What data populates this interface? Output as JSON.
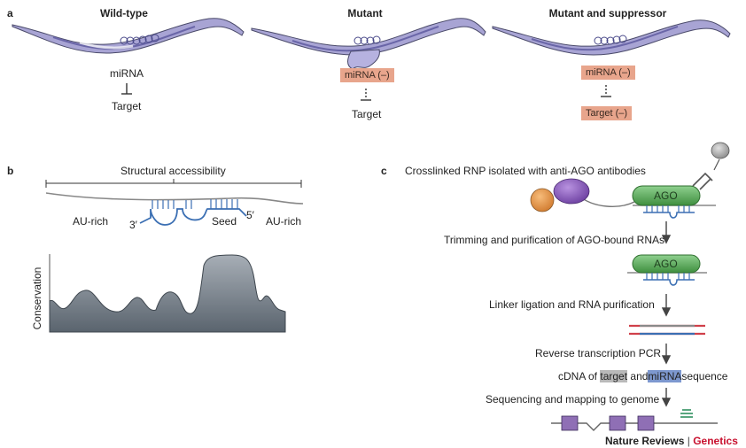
{
  "panels": {
    "a": {
      "letter": "a",
      "wild_type": {
        "title": "Wild-type",
        "mirna": "miRNA",
        "target": "Target"
      },
      "mutant": {
        "title": "Mutant",
        "mirna": "miRNA (–)",
        "target": "Target"
      },
      "suppressor": {
        "title": "Mutant and suppressor",
        "mirna": "miRNA (–)",
        "target": "Target (–)"
      }
    },
    "b": {
      "letter": "b",
      "structural_accessibility": "Structural accessibility",
      "au_rich_left": "AU-rich",
      "au_rich_right": "AU-rich",
      "three_prime": "3′",
      "five_prime": "5′",
      "seed": "Seed",
      "conservation": "Conservation"
    },
    "c": {
      "letter": "c",
      "step1": "Crosslinked RNP isolated with anti-AGO antibodies",
      "ago_label_1": "AGO",
      "step2": "Trimming and purification of AGO-bound RNAs",
      "ago_label_2": "AGO",
      "step3": "Linker ligation and RNA purification",
      "step4": "Reverse transcription PCR",
      "cdna_prefix": "cDNA of",
      "cdna_target": "target",
      "cdna_and": "and",
      "cdna_mirna": "miRNA",
      "cdna_suffix": "sequence",
      "step5": "Sequencing and mapping to genome"
    }
  },
  "brand": {
    "name": "Nature Reviews",
    "separator": "|",
    "journal": "Genetics"
  },
  "colors": {
    "worm_fill": "#a8a4d4",
    "ago_green": "#5aa55a",
    "protein_purple": "#8a5cb8",
    "protein_orange": "#e8964a",
    "mirna_blue": "#3b6fb3",
    "linker_red": "#d0404a",
    "pink_box": "#e8a58c",
    "exon_purple": "#8f6fb5"
  }
}
